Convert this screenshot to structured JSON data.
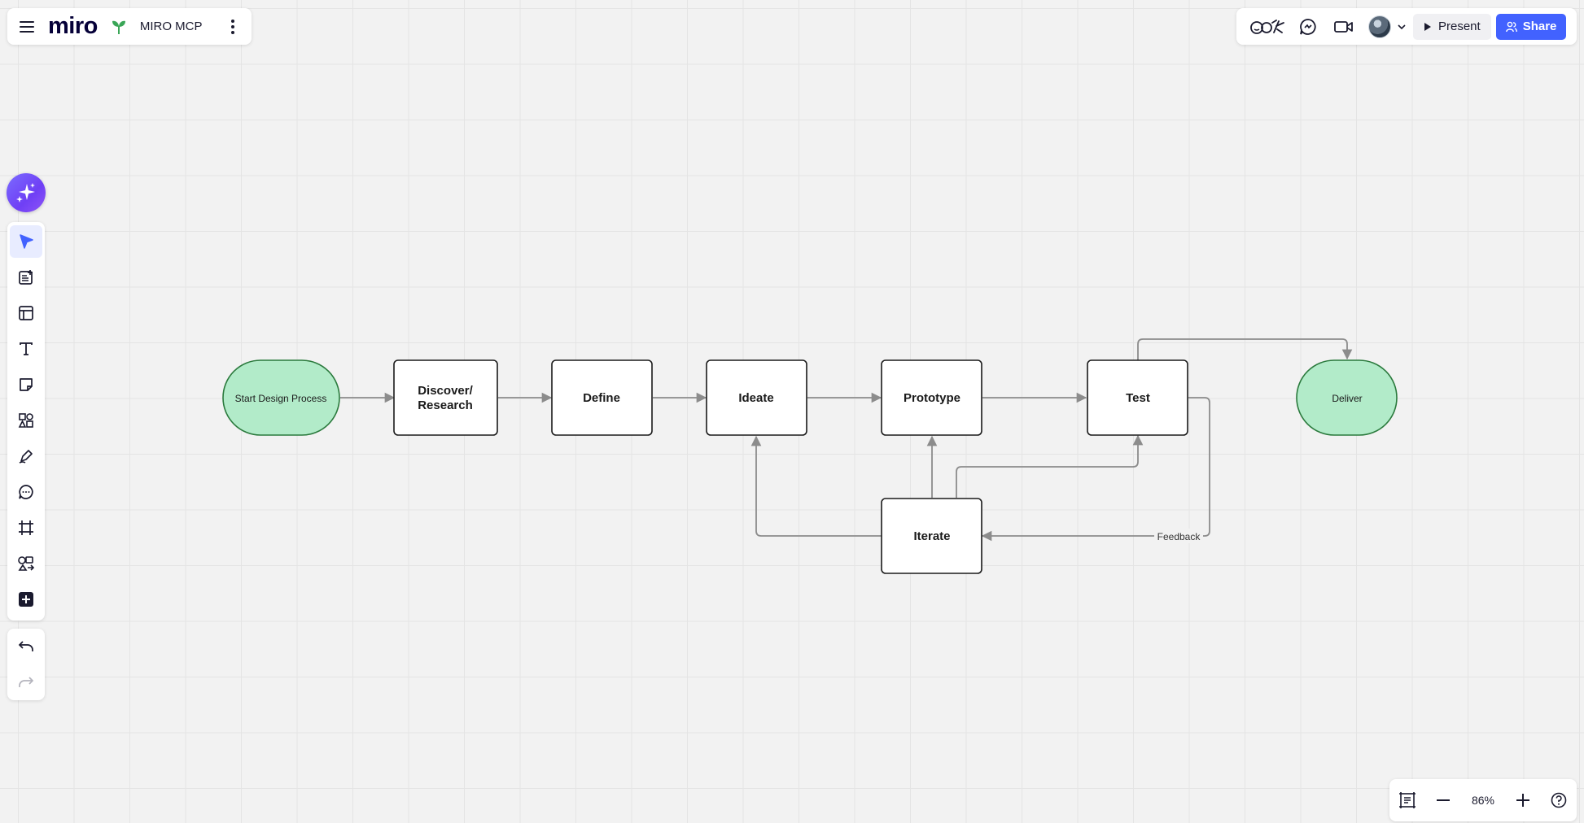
{
  "header": {
    "logo": "miro",
    "board_name": "MIRO MCP"
  },
  "actions": {
    "present_label": "Present",
    "share_label": "Share"
  },
  "zoom": {
    "value": "86%"
  },
  "diagram": {
    "nodes": {
      "start": "Start Design Process",
      "discover_line1": "Discover/",
      "discover_line2": "Research",
      "define": "Define",
      "ideate": "Ideate",
      "prototype": "Prototype",
      "test": "Test",
      "deliver": "Deliver",
      "iterate": "Iterate"
    },
    "edge_labels": {
      "feedback": "Feedback"
    }
  },
  "colors": {
    "terminal_fill": "#b2ebc9",
    "terminal_stroke": "#2b7a3d",
    "connector": "#8c8c8c",
    "share_button": "#4262ff",
    "ai_button": "#6f3ff5"
  }
}
